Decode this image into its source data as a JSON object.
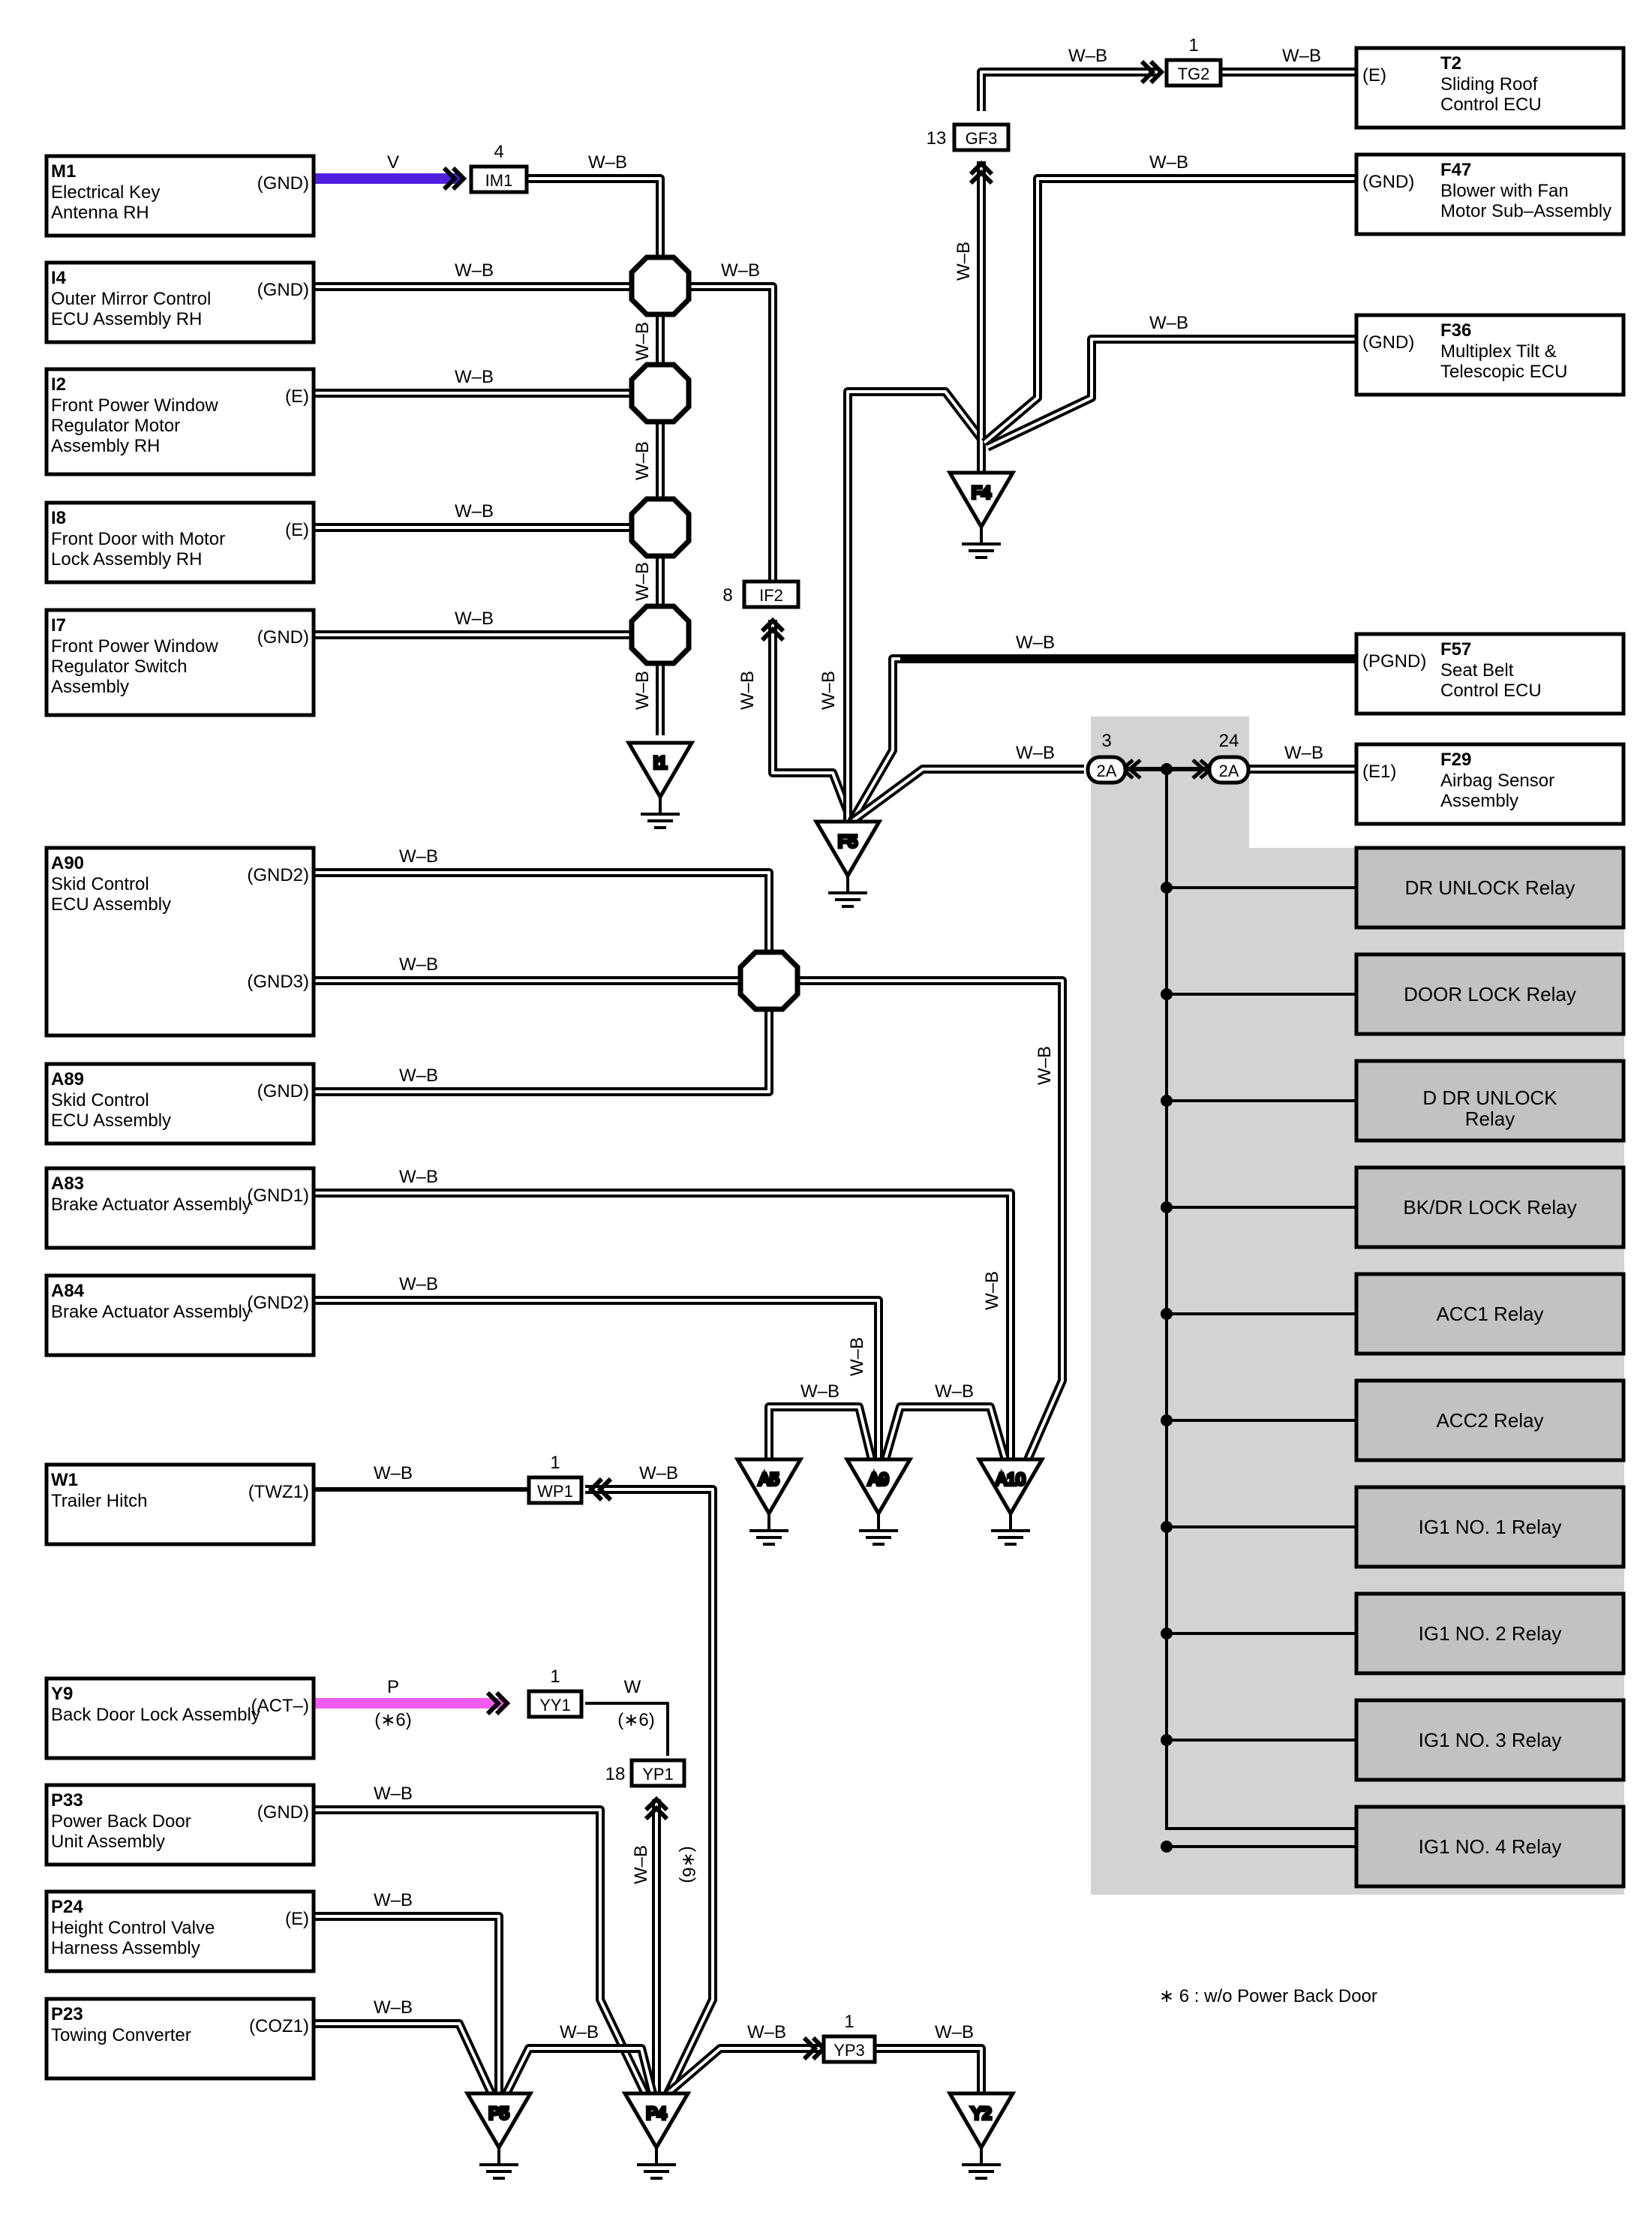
{
  "colors": {
    "violet_wire": "#4f1fe0",
    "pink_wire": "#f25cf0",
    "relay_panel": "#d3d3d3",
    "relay_box": "#c2c2c2"
  },
  "components": [
    {
      "id": "m1",
      "code": "M1",
      "lines": [
        "Electrical Key",
        "Antenna RH"
      ],
      "pin": "(GND)"
    },
    {
      "id": "i4",
      "code": "I4",
      "lines": [
        "Outer Mirror Control",
        "ECU Assembly RH"
      ],
      "pin": "(GND)"
    },
    {
      "id": "i2",
      "code": "I2",
      "lines": [
        "Front Power Window",
        "Regulator Motor",
        "Assembly RH"
      ],
      "pin": "(E)"
    },
    {
      "id": "i8",
      "code": "I8",
      "lines": [
        "Front Door with Motor",
        "Lock Assembly RH"
      ],
      "pin": "(E)"
    },
    {
      "id": "i7",
      "code": "I7",
      "lines": [
        "Front Power Window",
        "Regulator Switch",
        "Assembly"
      ],
      "pin": "(GND)"
    },
    {
      "id": "a90",
      "code": "A90",
      "lines": [
        "Skid Control",
        "ECU Assembly"
      ],
      "pin": "(GND2)",
      "pin2": "(GND3)"
    },
    {
      "id": "a89",
      "code": "A89",
      "lines": [
        "Skid Control",
        "ECU Assembly"
      ],
      "pin": "(GND)"
    },
    {
      "id": "a83",
      "code": "A83",
      "lines": [
        "Brake Actuator Assembly"
      ],
      "pin": "(GND1)"
    },
    {
      "id": "a84",
      "code": "A84",
      "lines": [
        "Brake Actuator Assembly"
      ],
      "pin": "(GND2)"
    },
    {
      "id": "w1",
      "code": "W1",
      "lines": [
        "Trailer Hitch"
      ],
      "pin": "(TWZ1)"
    },
    {
      "id": "y9",
      "code": "Y9",
      "lines": [
        "Back Door Lock Assembly"
      ],
      "pin": "(ACT–)"
    },
    {
      "id": "p33",
      "code": "P33",
      "lines": [
        "Power Back Door",
        "Unit Assembly"
      ],
      "pin": "(GND)"
    },
    {
      "id": "p24",
      "code": "P24",
      "lines": [
        "Height Control Valve",
        "Harness Assembly"
      ],
      "pin": "(E)"
    },
    {
      "id": "p23",
      "code": "P23",
      "lines": [
        "Towing Converter"
      ],
      "pin": "(COZ1)"
    },
    {
      "id": "t2",
      "code": "T2",
      "lines": [
        "Sliding Roof",
        "Control ECU"
      ],
      "pin": "(E)"
    },
    {
      "id": "f47",
      "code": "F47",
      "lines": [
        "Blower with Fan",
        "Motor Sub–Assembly"
      ],
      "pin": "(GND)"
    },
    {
      "id": "f36",
      "code": "F36",
      "lines": [
        "Multiplex Tilt &",
        "Telescopic ECU"
      ],
      "pin": "(GND)"
    },
    {
      "id": "f57",
      "code": "F57",
      "lines": [
        "Seat Belt",
        "Control ECU"
      ],
      "pin": "(PGND)"
    },
    {
      "id": "f29",
      "code": "F29",
      "lines": [
        "Airbag Sensor",
        "Assembly"
      ],
      "pin": "(E1)"
    }
  ],
  "relays": [
    "DR UNLOCK Relay",
    "DOOR LOCK Relay",
    "D DR UNLOCK|Relay",
    "BK/DR LOCK Relay",
    "ACC1 Relay",
    "ACC2 Relay",
    "IG1 NO. 1 Relay",
    "IG1 NO. 2 Relay",
    "IG1 NO. 3 Relay",
    "IG1 NO. 4 Relay"
  ],
  "connectors": {
    "im1": {
      "name": "IM1",
      "pin": "4"
    },
    "tg2": {
      "name": "TG2",
      "pin": "1"
    },
    "gf3": {
      "name": "GF3",
      "pin": "13"
    },
    "if2": {
      "name": "IF2",
      "pin": "8"
    },
    "c2a_left": {
      "name": "2A",
      "pin": "3"
    },
    "c2a_right": {
      "name": "2A",
      "pin": "24"
    },
    "wp1": {
      "name": "WP1",
      "pin": "1"
    },
    "yy1": {
      "name": "YY1",
      "pin": "1"
    },
    "yp1": {
      "name": "YP1",
      "pin": "18"
    },
    "yp3": {
      "name": "YP3",
      "pin": "1"
    }
  },
  "grounds": {
    "i1": "I1",
    "f4": "F4",
    "f5": "F5",
    "a5": "A5",
    "a9": "A9",
    "a10": "A10",
    "p5": "P5",
    "p4": "P4",
    "y2": "Y2"
  },
  "wire_colors": {
    "wb": "W–B",
    "v": "V",
    "p": "P",
    "w": "W"
  },
  "conditions": {
    "star6": "(∗6)"
  },
  "note": "∗ 6 : w/o Power Back Door"
}
